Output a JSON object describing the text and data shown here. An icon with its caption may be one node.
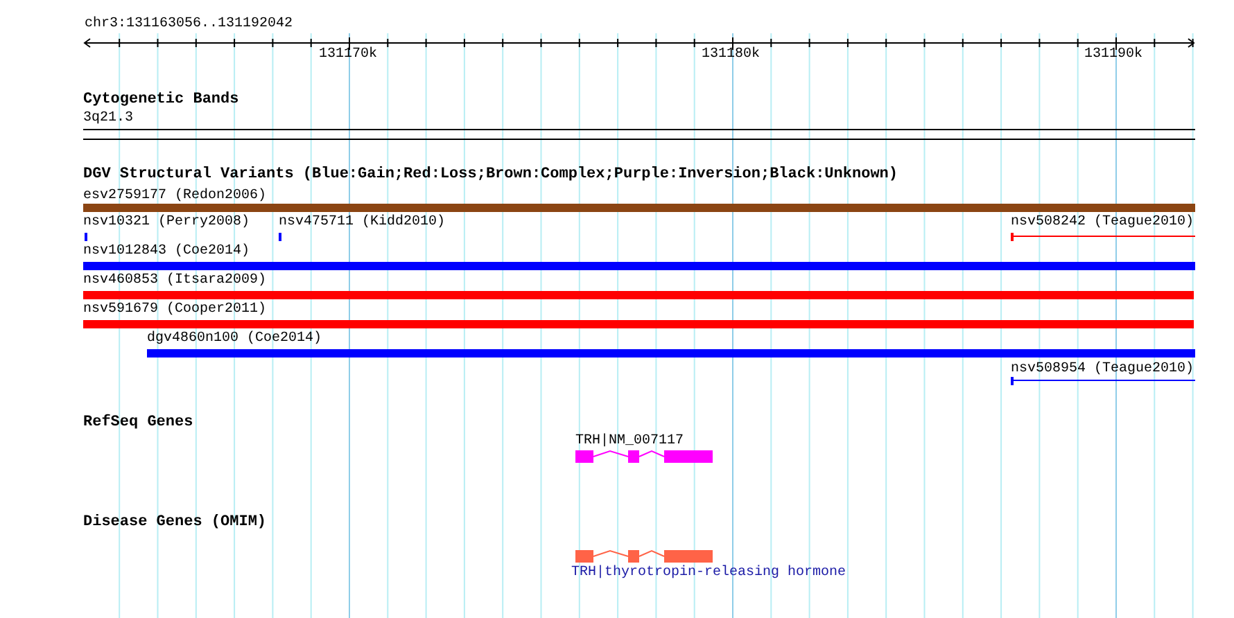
{
  "diagram": {
    "labels": [
      "chr3:131163056..131192042",
      "131170k",
      "131180k",
      "131190k",
      "Cytogenetic Bands",
      "3q21.3",
      "DGV Structural Variants (Blue:Gain;Red:Loss;Brown:Complex;Purple:Inversion;Black:Unknown)",
      "esv2759177 (Redon2006)",
      "nsv10321 (Perry2008)",
      "nsv475711 (Kidd2010)",
      "nsv508242 (Teague2010)",
      "nsv1012843 (Coe2014)",
      "nsv460853 (Itsara2009)",
      "nsv591679 (Cooper2011)",
      "dgv4860n100 (Coe2014)",
      "nsv508954 (Teague2010)",
      "RefSeq Genes",
      "TRH|NM_007117",
      "Disease Genes (OMIM)",
      "TRH|thyrotropin-releasing hormone"
    ]
  }
}
